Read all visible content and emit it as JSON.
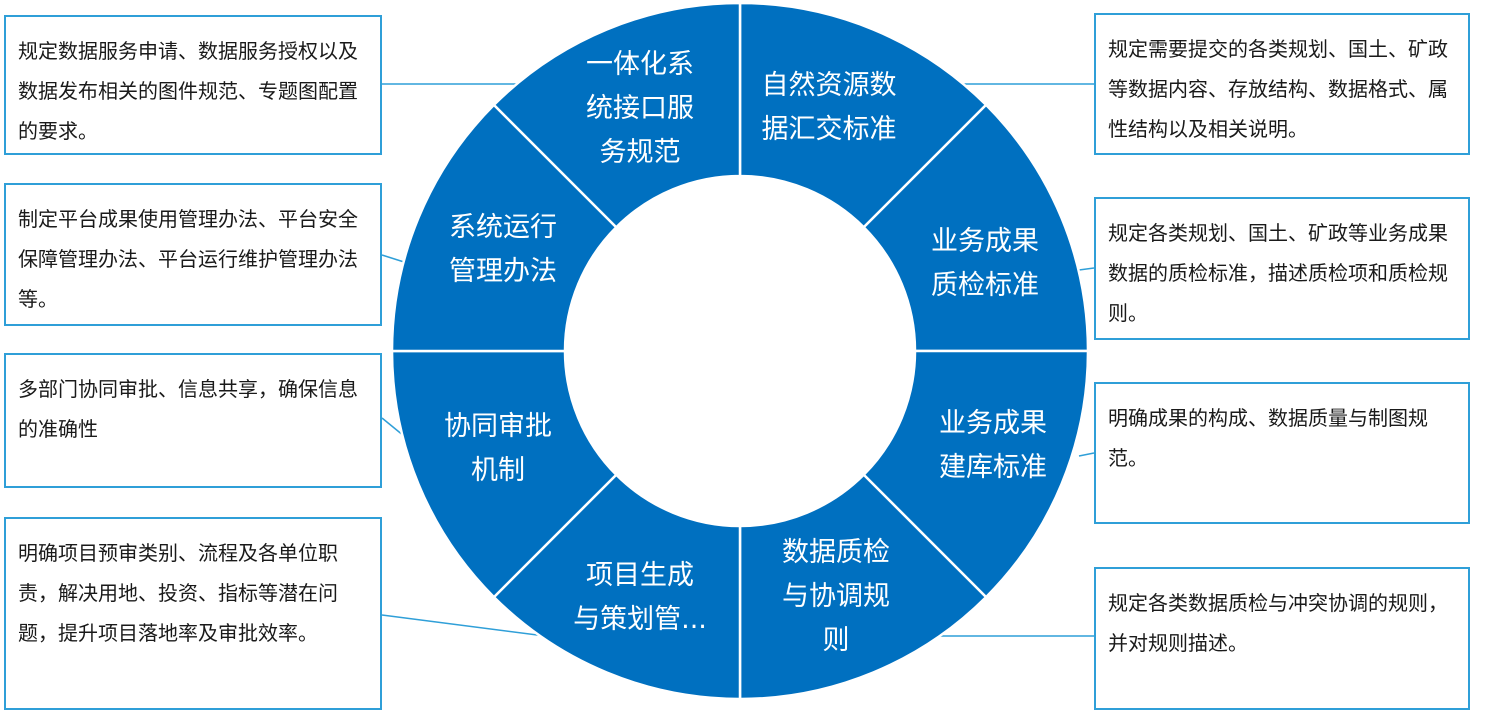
{
  "ring": {
    "fill": "#0070c0",
    "separator": "#ffffff",
    "segments": [
      {
        "label_lines": [
          "自然资源数",
          "据汇交标准"
        ]
      },
      {
        "label_lines": [
          "业务成果",
          "质检标准"
        ]
      },
      {
        "label_lines": [
          "业务成果",
          "建库标准"
        ]
      },
      {
        "label_lines": [
          "数据质检",
          "与协调规",
          "则"
        ]
      },
      {
        "label_lines": [
          "项目生成",
          "与策划管..."
        ]
      },
      {
        "label_lines": [
          "协同审批",
          "机制"
        ]
      },
      {
        "label_lines": [
          "系统运行",
          "管理办法"
        ]
      },
      {
        "label_lines": [
          "一体化系",
          "统接口服",
          "务规范"
        ]
      }
    ]
  },
  "notes": {
    "border_color": "#2f9fd8",
    "left": [
      {
        "text": "规定数据服务申请、数据服务授权以及数据发布相关的图件规范、专题图配置的要求。"
      },
      {
        "text": "制定平台成果使用管理办法、平台安全保障管理办法、平台运行维护管理办法等。"
      },
      {
        "text": "多部门协同审批、信息共享，确保信息的准确性"
      },
      {
        "text": "明确项目预审类别、流程及各单位职责，解决用地、投资、指标等潜在问题，提升项目落地率及审批效率。"
      }
    ],
    "right": [
      {
        "text": "规定需要提交的各类规划、国土、矿政等数据内容、存放结构、数据格式、属性结构以及相关说明。"
      },
      {
        "text": "规定各类规划、国土、矿政等业务成果数据的质检标准，描述质检项和质检规则。"
      },
      {
        "text": "明确成果的构成、数据质量与制图规范。"
      },
      {
        "text": "规定各类数据质检与冲突协调的规则，并对规则描述。"
      }
    ]
  }
}
